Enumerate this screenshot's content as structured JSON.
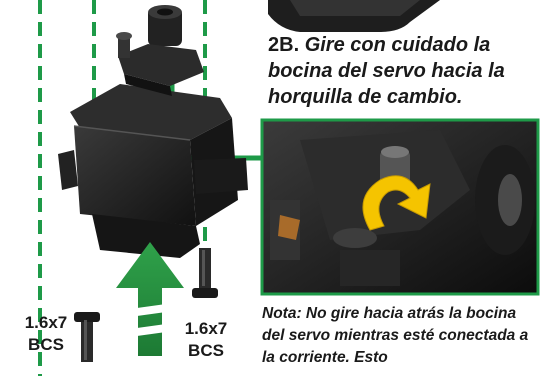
{
  "step": {
    "number": "2B.",
    "text": "Gire con cuidado la bocina del servo hacia la horquilla de cambio."
  },
  "note": "Nota: No gire hacia atrás la bocina del servo mientras esté conectada a la corriente. Esto",
  "screw_left": {
    "size": "1.6x7",
    "code": "BCS"
  },
  "screw_right": {
    "size": "1.6x7",
    "code": "BCS"
  },
  "colors": {
    "guide": "#1e9a48",
    "arrow": "#2a8f3c",
    "rotate": "#f5c400",
    "body": "#1f1f1f"
  }
}
